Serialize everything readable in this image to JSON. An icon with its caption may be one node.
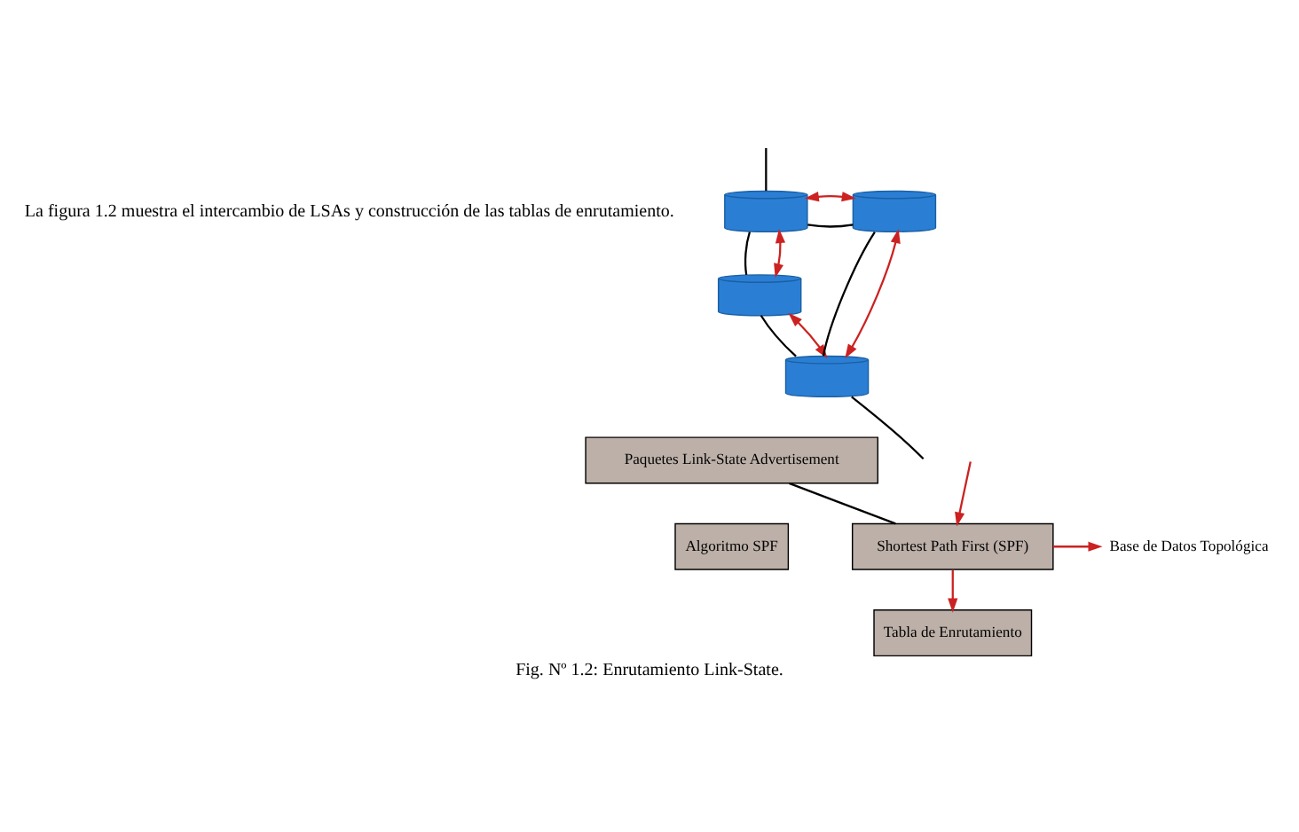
{
  "diagram": {
    "caption": "Fig. Nº 1.2: Enrutamiento Link-State.",
    "nodes": [
      {
        "text": [],
        "shape": "cylinder"
      },
      {
        "text": [],
        "shape": "cylinder"
      },
      {
        "text": [],
        "shape": "cylinder"
      },
      {
        "text": [],
        "shape": "cylinder"
      },
      {
        "text": [
          "Paquetes Link-State Advertisement"
        ]
      },
      {
        "text": [
          "Base de Datos Topológica"
        ]
      },
      {
        "text": [
          "Algoritmo SPF"
        ]
      },
      {
        "text": [
          "Shortest Path First (SPF)"
        ]
      },
      {
        "text": [
          "Tabla de Enrutamiento"
        ]
      }
    ],
    "edges": [
      {
        "from": 0,
        "to": 1,
        "arrow": "none"
      },
      {
        "from": 0,
        "to": 2,
        "arrow": "none"
      },
      {
        "from": 1,
        "to": 3,
        "arrow": "none"
      },
      {
        "from": 2,
        "to": 3,
        "arrow": "none"
      },
      {
        "from": null,
        "to": 0,
        "arrow": "none"
      },
      {
        "from": 3,
        "to": null,
        "arrow": "none"
      },
      {
        "from": 0,
        "to": 1,
        "arrow": "both",
        "color": "#cc2222"
      },
      {
        "from": 1,
        "to": 3,
        "arrow": "both",
        "color": "#cc2222"
      },
      {
        "from": 0,
        "to": 2,
        "arrow": "both",
        "color": "#cc2222"
      },
      {
        "from": 2,
        "to": 3,
        "arrow": "both",
        "color": "#cc2222"
      },
      {
        "from": 4,
        "to": 7,
        "arrow": "none"
      },
      {
        "from": null,
        "to": 7,
        "arrow": "to",
        "color": "#cc2222"
      },
      {
        "from": 7,
        "to": 5,
        "arrow": "to",
        "color": "#cc2222"
      },
      {
        "from": 7,
        "to": 8,
        "arrow": "to",
        "color": "#cc2222"
      }
    ],
    "labels": [
      "La figura 1.2 muestra el intercambio de LSAs y construcción de las tablas de enrutamiento."
    ]
  }
}
